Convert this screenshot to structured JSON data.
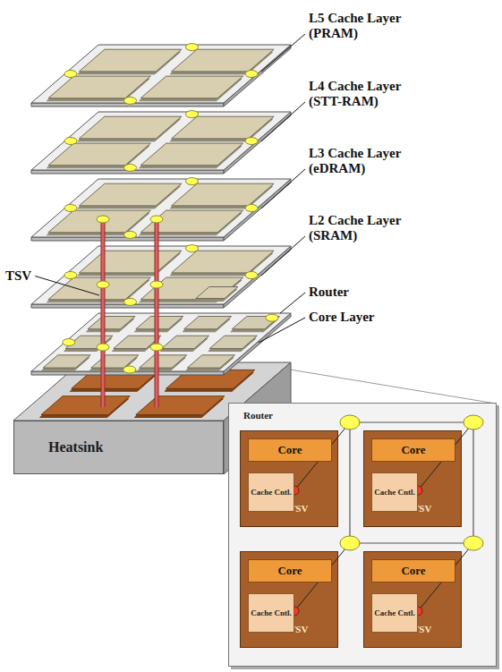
{
  "diagram": {
    "nodes": [
      {
        "text": [
          "Heatsink"
        ]
      },
      {
        "text": [
          "Router"
        ]
      },
      {
        "text": [
          "TSV"
        ],
        "in": 1
      },
      {
        "text": [
          "Core"
        ],
        "in": 2
      },
      {
        "text": [
          "Cache Cntl."
        ],
        "in": 2
      },
      {
        "text": [
          "TSV"
        ],
        "in": 1
      },
      {
        "text": [
          "Core"
        ],
        "in": 5
      },
      {
        "text": [
          "Cache Cntl."
        ],
        "in": 5
      },
      {
        "text": [
          "TSV"
        ],
        "in": 1
      },
      {
        "text": [
          "Core"
        ],
        "in": 8
      },
      {
        "text": [
          "Cache Cntl."
        ],
        "in": 8
      },
      {
        "text": [
          "TSV"
        ],
        "in": 1
      },
      {
        "text": [
          "Core"
        ],
        "in": 11
      },
      {
        "text": [
          "Cache Cntl."
        ],
        "in": 11
      }
    ],
    "labels": [
      "L5 Cache Layer (PRAM)",
      "L4 Cache Layer (STT-RAM)",
      "L3 Cache Layer (eDRAM)",
      "L2 Cache Layer (SRAM)",
      "Router",
      "Core Layer",
      "TSV"
    ]
  }
}
